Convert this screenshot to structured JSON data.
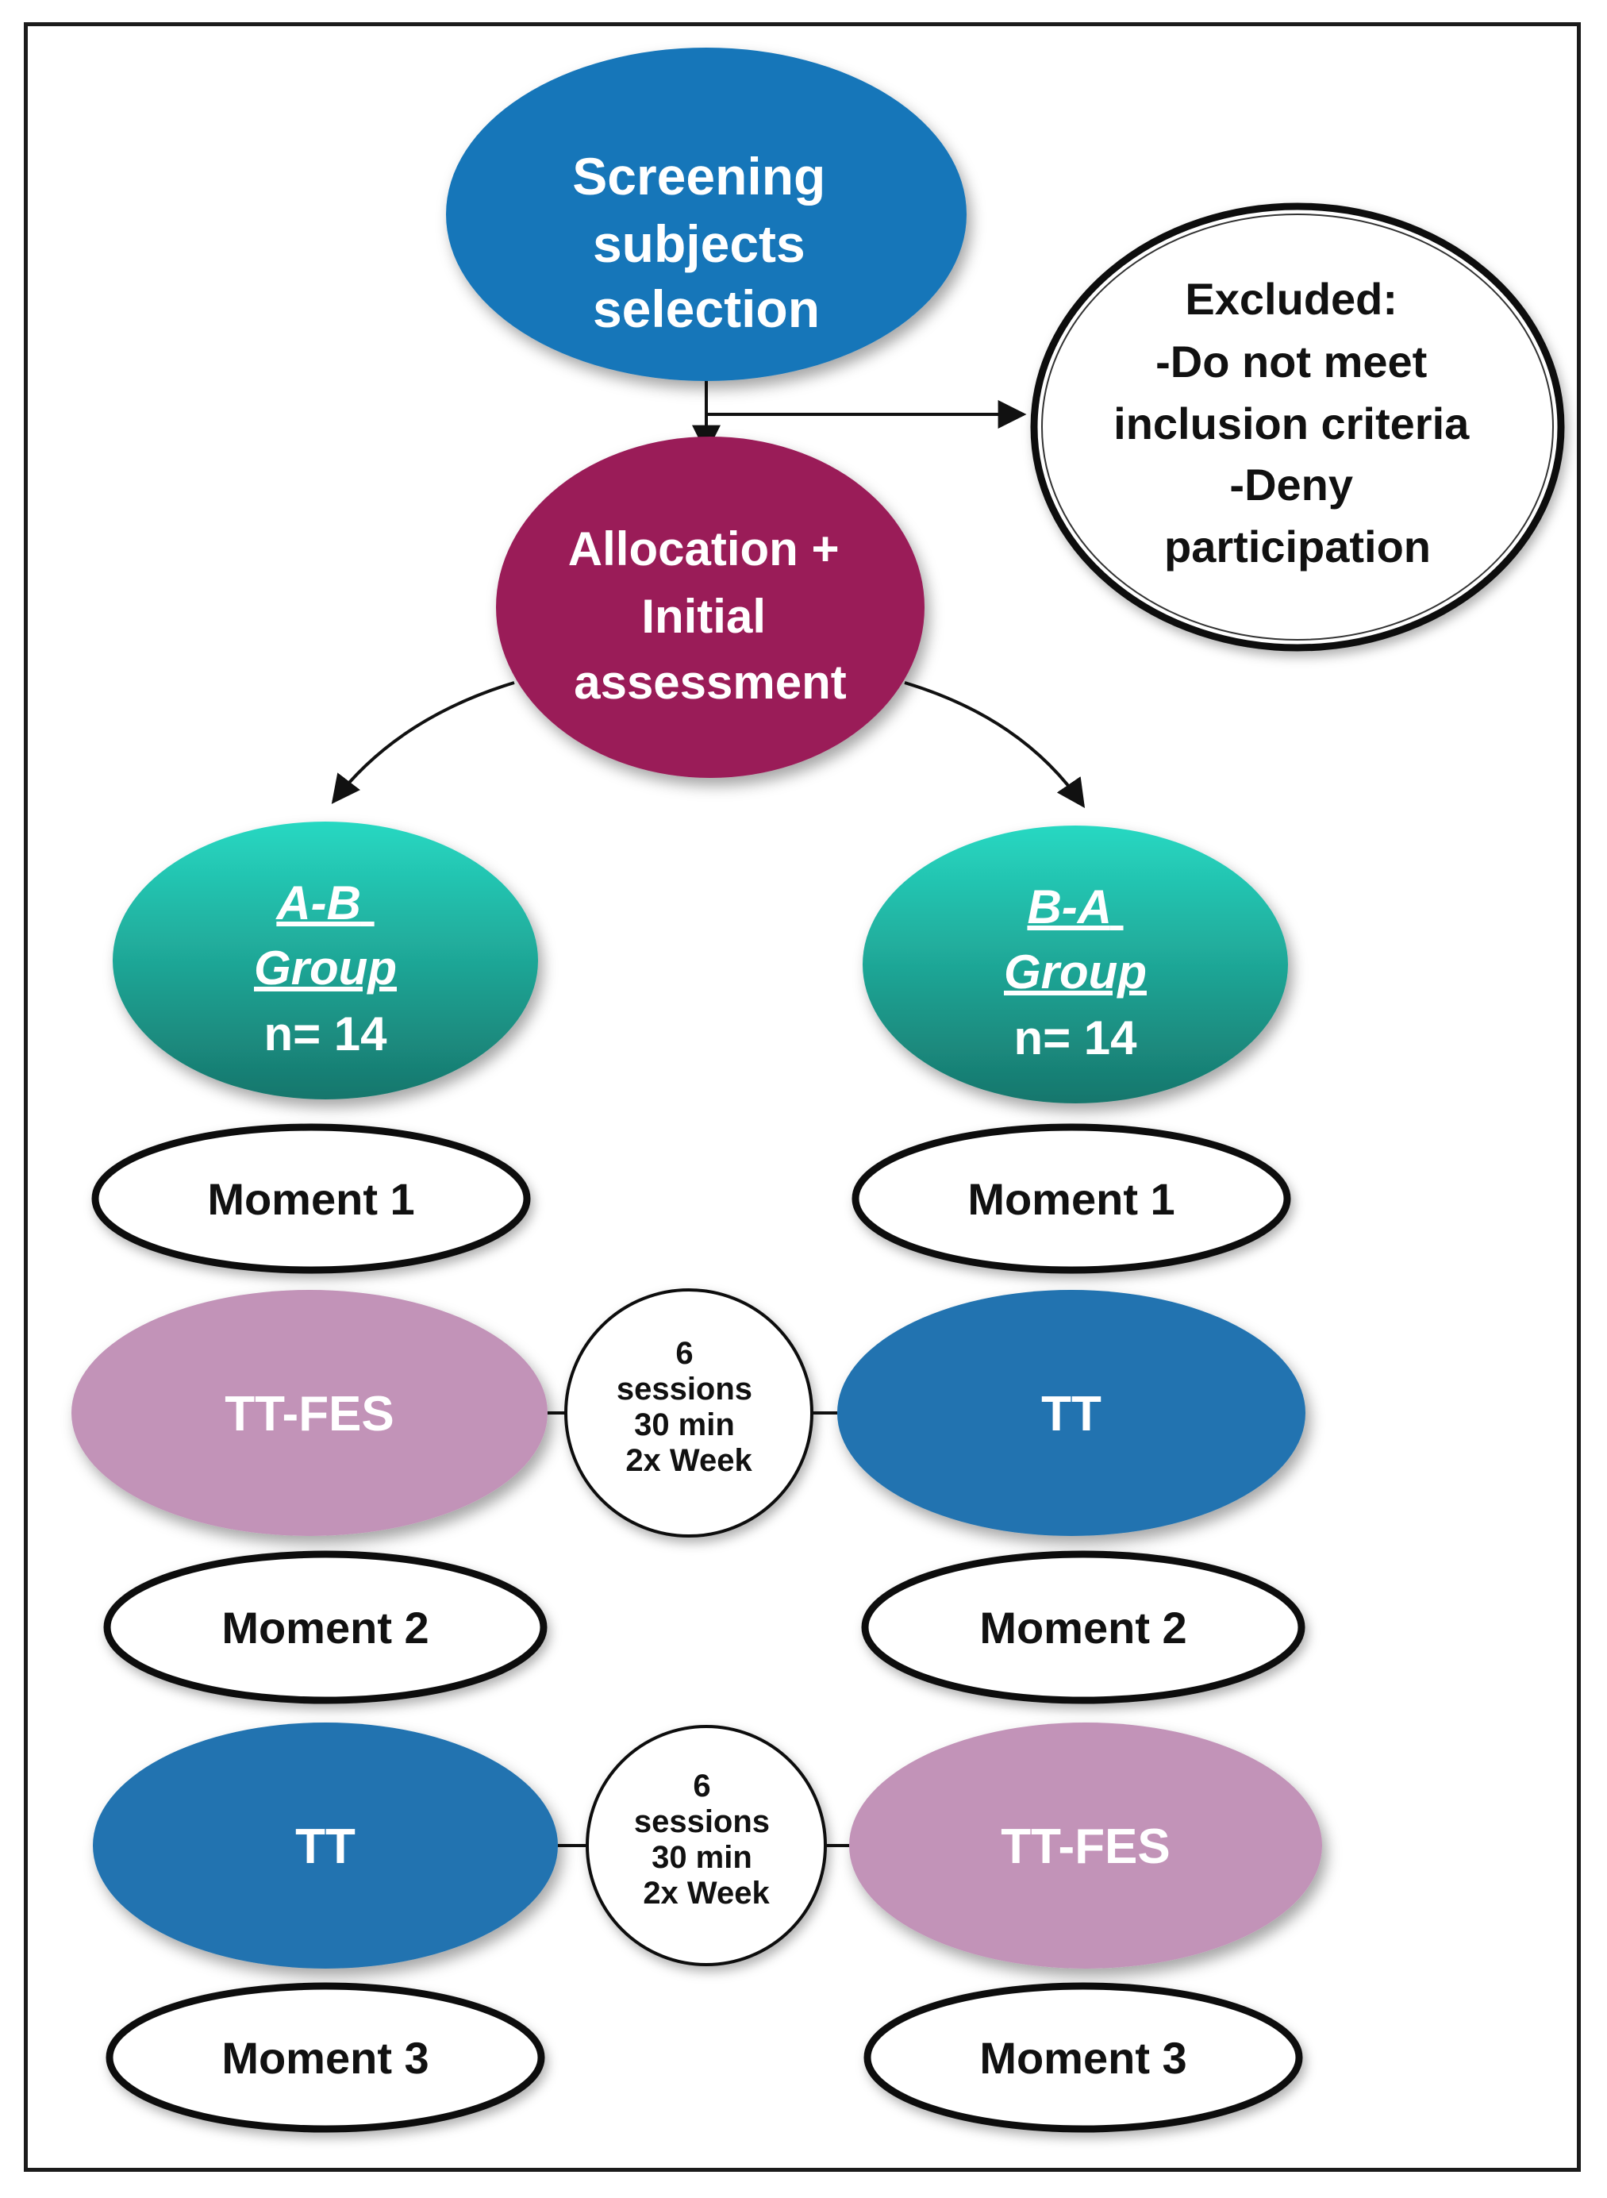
{
  "colors": {
    "screening": "#1576b9",
    "allocation": "#9a1b58",
    "group_teal_top": "#27d8c2",
    "group_teal_bottom": "#17766c",
    "tt_fes": "#c293b8",
    "tt": "#2073b0",
    "border": "#1b1b1b"
  },
  "screening": {
    "lines": [
      "Screening",
      "subjects",
      "selection"
    ]
  },
  "excluded": {
    "lines": [
      "Excluded:",
      "-Do not meet",
      "inclusion criteria",
      "-Deny",
      "participation"
    ]
  },
  "allocation": {
    "lines": [
      "Allocation +",
      "Initial",
      "assessment"
    ]
  },
  "groups": {
    "ab": {
      "name_line1": "A-B",
      "name_line2": "Group",
      "n": "n= 14"
    },
    "ba": {
      "name_line1": "B-A",
      "name_line2": "Group ",
      "n": "n= 14"
    }
  },
  "moments": {
    "m1": "Moment 1",
    "m2": "Moment 2",
    "m3": "Moment 3"
  },
  "interventions": {
    "tt_fes": "TT-FES",
    "tt": "TT"
  },
  "sessions": {
    "lines": [
      "6",
      "sessions",
      "30 min",
      "2x Week"
    ]
  }
}
